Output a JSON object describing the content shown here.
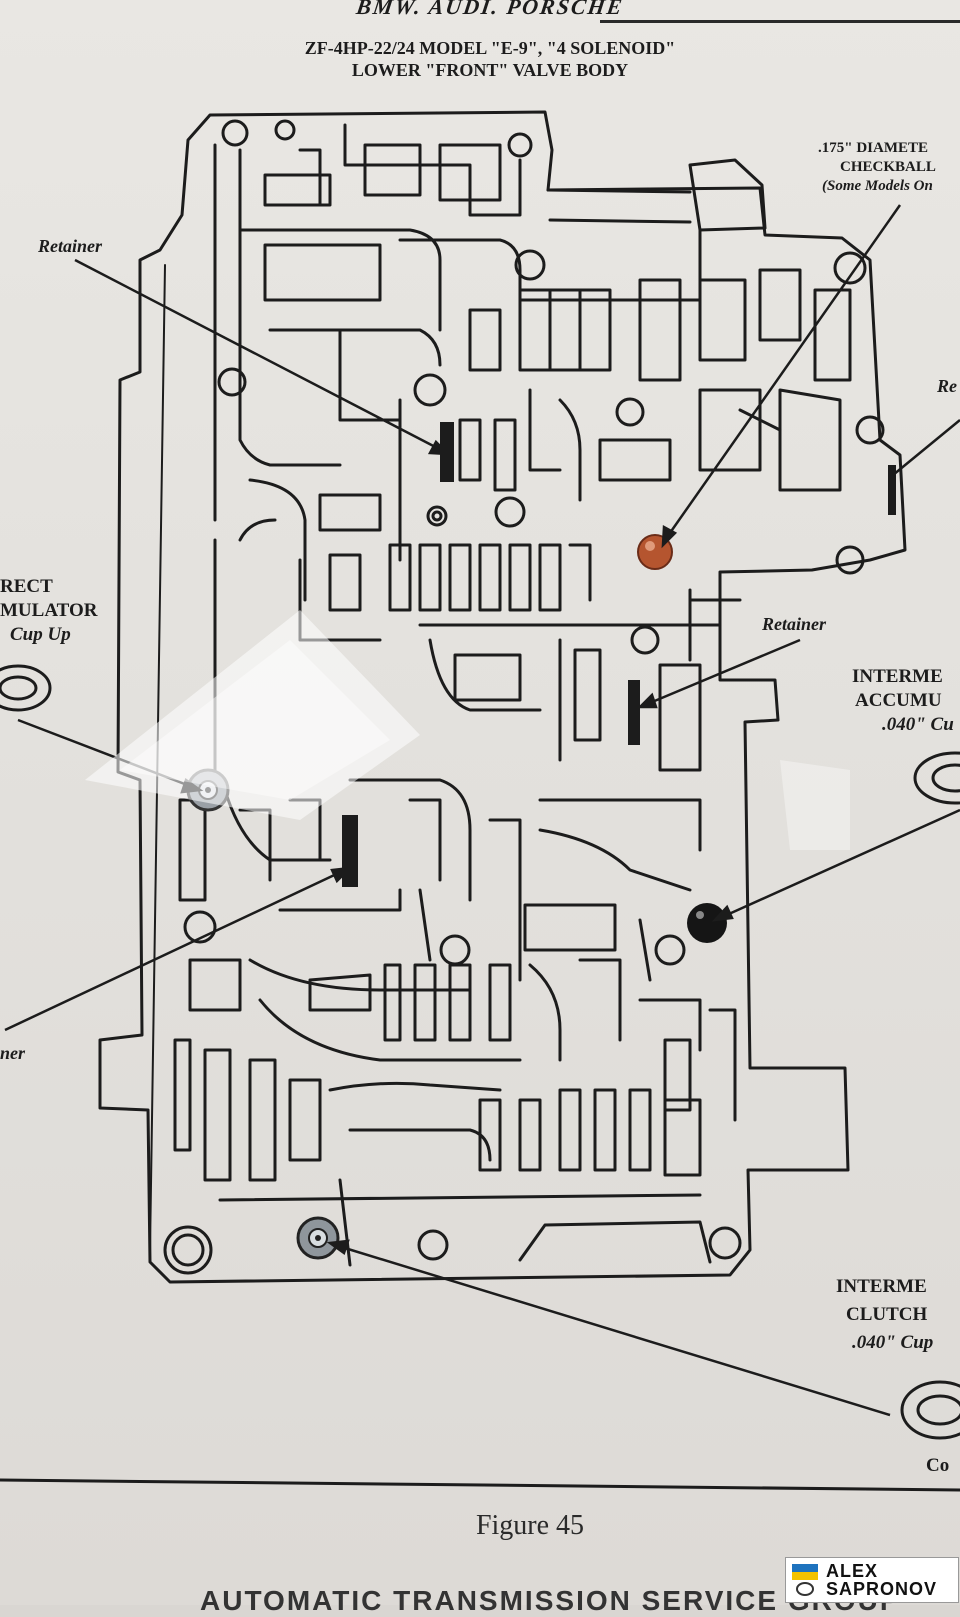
{
  "header": {
    "brand": "BMW. AUDI. PORSCHE",
    "title_line1": "ZF-4HP-22/24  MODEL \"E-9\", \"4 SOLENOID\"",
    "title_line2": "LOWER \"FRONT\" VALVE BODY"
  },
  "labels": {
    "retainer_top_left": "Retainer",
    "retainer_mid_right": "Retainer",
    "retainer_right_edge": "Re",
    "retainer_left_edge": "ner",
    "checkball_line1": ".175\" DIAMETE",
    "checkball_line2": "CHECKBALL",
    "checkball_line3": "(Some Models On",
    "direct_line1": "RECT",
    "direct_line2": "MULATOR",
    "direct_line3": "Cup Up",
    "interm_acc_line1": "INTERME",
    "interm_acc_line2": "ACCUMU",
    "interm_acc_line3": ".040\" Cu",
    "interm_clutch_line1": "INTERME",
    "interm_clutch_line2": "CLUTCH",
    "interm_clutch_line3": ".040\" Cup",
    "bottom_right_fragment": "Co"
  },
  "figure_caption": "Figure 45",
  "footer_text": "AUTOMATIC TRANSMISSION SERVICE GROUP",
  "watermark": {
    "name_line1": "ALEX",
    "name_line2": "SAPRONOV"
  },
  "colors": {
    "ink": "#1c1c1c",
    "checkball_red": "#b5552f",
    "paper": "#e6e4e0"
  }
}
